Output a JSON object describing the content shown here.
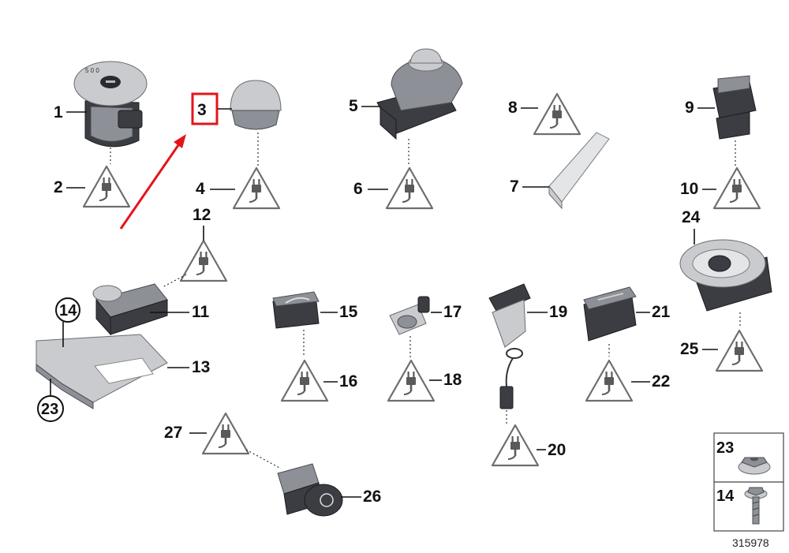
{
  "diagram": {
    "reference_number": "315978",
    "highlight_color": "#e3151a",
    "callouts": {
      "c1": "1",
      "c2": "2",
      "c3": "3",
      "c4": "4",
      "c5": "5",
      "c6": "6",
      "c7": "7",
      "c8": "8",
      "c9": "9",
      "c10": "10",
      "c11": "11",
      "c12": "12",
      "c13": "13",
      "c14": "14",
      "c15": "15",
      "c16": "16",
      "c17": "17",
      "c18": "18",
      "c19": "19",
      "c20": "20",
      "c21": "21",
      "c22": "22",
      "c23": "23",
      "c24": "24",
      "c25": "25",
      "c26": "26",
      "c27": "27"
    },
    "legend": {
      "nut": "23",
      "bolt": "14"
    },
    "highlighted_part": "3",
    "icons": {
      "warning": "warning-triangle-plug-icon"
    }
  }
}
